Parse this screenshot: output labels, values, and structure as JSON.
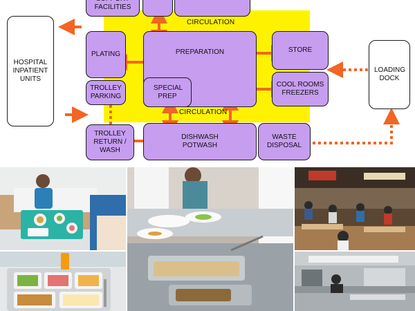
{
  "diagram": {
    "labels": {
      "support": "SUPPORT FACILITIES",
      "circulation_top": "CIRCULATION",
      "circulation_bottom": "CIRCULATION",
      "hospital": "HOSPITAL INPATIENT UNITS",
      "plating": "PLATING",
      "preparation": "PREPARATION",
      "store": "STORE",
      "special_prep": "SPECIAL PREP",
      "cool_rooms": "COOL ROOMS FREEZERS",
      "loading_dock": "LOADING DOCK",
      "trolley_parking": "TROLLEY PARKING",
      "trolley_return": "TROLLEY RETURN / WASH",
      "dishwash": "DISHWASH POTWASH",
      "waste": "WASTE DISPOSAL"
    },
    "colors": {
      "room_fill": "#c79df0",
      "circulation_fill": "#fff200",
      "arrow": "#f26522",
      "outline": "#1a1a1a"
    }
  },
  "photos": [
    {
      "id": "patient-meal-tray",
      "icon": "patient-bed-photo"
    },
    {
      "id": "food-serving-line",
      "icon": "serving-counter-photo"
    },
    {
      "id": "dining-hall",
      "icon": "cafeteria-photo"
    },
    {
      "id": "meal-tray-closeup",
      "icon": "meal-tray-photo"
    },
    {
      "id": "commercial-kitchen",
      "icon": "kitchen-photo"
    }
  ]
}
